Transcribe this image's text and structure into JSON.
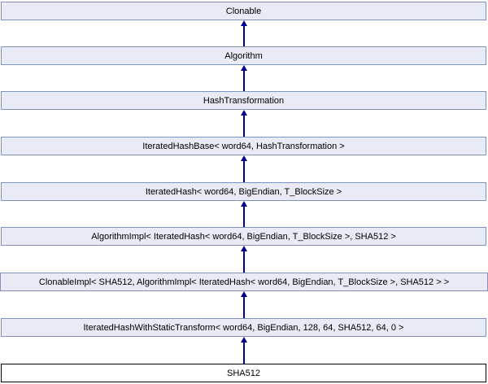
{
  "diagram": {
    "type": "class-inheritance",
    "nodes": [
      {
        "label": "Clonable",
        "current": false
      },
      {
        "label": "Algorithm",
        "current": false
      },
      {
        "label": "HashTransformation",
        "current": false
      },
      {
        "label": "IteratedHashBase< word64, HashTransformation >",
        "current": false
      },
      {
        "label": "IteratedHash< word64, BigEndian, T_BlockSize >",
        "current": false
      },
      {
        "label": "AlgorithmImpl< IteratedHash< word64, BigEndian, T_BlockSize >, SHA512 >",
        "current": false
      },
      {
        "label": "ClonableImpl< SHA512, AlgorithmImpl< IteratedHash< word64, BigEndian, T_BlockSize >, SHA512 > >",
        "current": false
      },
      {
        "label": "IteratedHashWithStaticTransform< word64, BigEndian, 128, 64, SHA512, 64, 0 >",
        "current": false
      },
      {
        "label": "SHA512",
        "current": true
      }
    ],
    "edges": [
      {
        "child": 1,
        "parent": 0
      },
      {
        "child": 2,
        "parent": 1
      },
      {
        "child": 3,
        "parent": 2
      },
      {
        "child": 4,
        "parent": 3
      },
      {
        "child": 5,
        "parent": 4
      },
      {
        "child": 6,
        "parent": 5
      },
      {
        "child": 7,
        "parent": 6
      },
      {
        "child": 8,
        "parent": 7
      }
    ],
    "colors": {
      "background": "#ffffff",
      "node_fill": "#e8ebf5",
      "node_border": "#8191bd",
      "current_node_fill": "#ffffff",
      "current_node_border": "#000000",
      "arrow": "#00008b",
      "text": "#000000"
    }
  }
}
